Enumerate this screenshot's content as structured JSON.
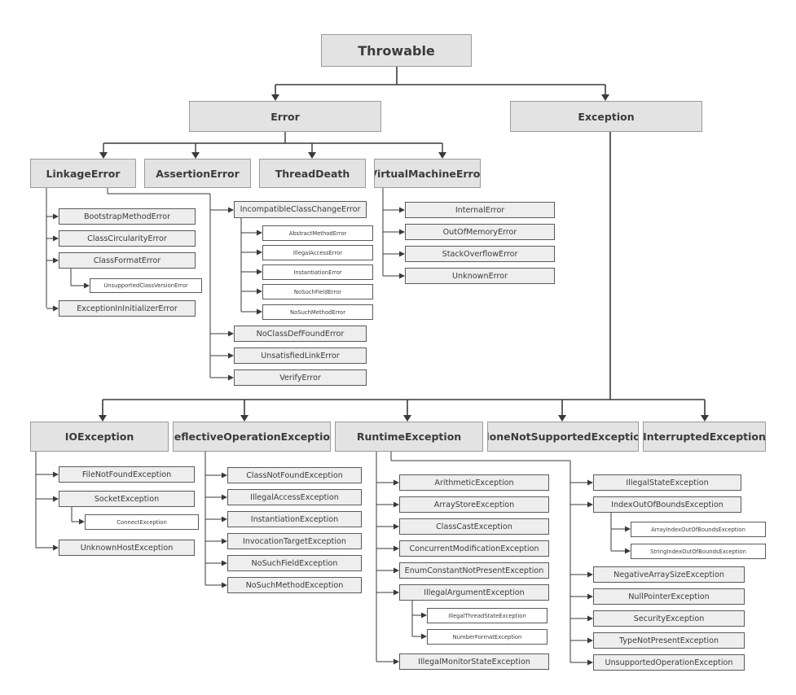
{
  "diagram": {
    "root": "Throwable",
    "level1": {
      "error": "Error",
      "exception": "Exception"
    },
    "error_children": {
      "linkage_error": "LinkageError",
      "assertion_error": "AssertionError",
      "thread_death": "ThreadDeath",
      "virtual_machine_error": "VirtualMachineError"
    },
    "linkage_children": {
      "bootstrap_method_error": "BootstrapMethodError",
      "class_circularity_error": "ClassCircularityError",
      "class_format_error": "ClassFormatError",
      "unsupported_class_version_error": "UnsupportedClassVersionError",
      "exception_in_initializer_error": "ExceptionInInitializerError",
      "incompatible_class_change_error": "IncompatibleClassChangeError",
      "no_class_def_found_error": "NoClassDefFoundError",
      "unsatisfied_link_error": "UnsatisfiedLinkError",
      "verify_error": "VerifyError"
    },
    "incompatible_children": {
      "abstract_method_error": "AbstractMethodError",
      "illegal_access_error": "IllegalAccessError",
      "instantiation_error": "InstantiationError",
      "no_such_field_error": "NoSuchFieldError",
      "no_such_method_error": "NoSuchMethodError"
    },
    "vm_children": {
      "internal_error": "InternalError",
      "out_of_memory_error": "OutOfMemoryError",
      "stack_overflow_error": "StackOverflowError",
      "unknown_error": "UnknownError"
    },
    "exception_children": {
      "io_exception": "IOException",
      "reflective_operation_exception": "ReflectiveOperationException",
      "runtime_exception": "RuntimeException",
      "clone_not_supported_exception": "CloneNotSupportedException",
      "interrupted_exception": "InterruptedException"
    },
    "io_children": {
      "file_not_found_exception": "FileNotFoundException",
      "socket_exception": "SocketException",
      "connect_exception": "ConnectException",
      "unknown_host_exception": "UnknownHostException"
    },
    "reflective_children": {
      "class_not_found_exception": "ClassNotFoundException",
      "illegal_access_exception": "IllegalAccessException",
      "instantiation_exception": "InstantiationException",
      "invocation_target_exception": "InvocationTargetException",
      "no_such_field_exception": "NoSuchFieldException",
      "no_such_method_exception": "NoSuchMethodException"
    },
    "runtime_children": {
      "arithmetic_exception": "ArithmeticException",
      "array_store_exception": "ArrayStoreException",
      "class_cast_exception": "ClassCastException",
      "concurrent_modification_exception": "ConcurrentModificationException",
      "enum_constant_not_present_exception": "EnumConstantNotPresentException",
      "illegal_argument_exception": "IllegalArgumentException",
      "illegal_thread_state_exception": "IllegalThreadStateException",
      "number_format_exception": "NumberFormatException",
      "illegal_monitor_state_exception": "IllegalMonitorStateException",
      "illegal_state_exception": "IllegalStateException",
      "index_out_of_bounds_exception": "IndexOutOfBoundsException",
      "array_index_out_of_bounds_exception": "ArrayIndexOutOfBoundsException",
      "string_index_out_of_bounds_exception": "StringIndexOutOfBoundsException",
      "negative_array_size_exception": "NegativeArraySizeException",
      "null_pointer_exception": "NullPointerException",
      "security_exception": "SecurityException",
      "type_not_present_exception": "TypeNotPresentException",
      "unsupported_operation_exception": "UnsupportedOperationException"
    }
  },
  "colors": {
    "box_fill": "#e3e3e3",
    "line": "#3a3a3a",
    "text": "#3b3b3b"
  }
}
